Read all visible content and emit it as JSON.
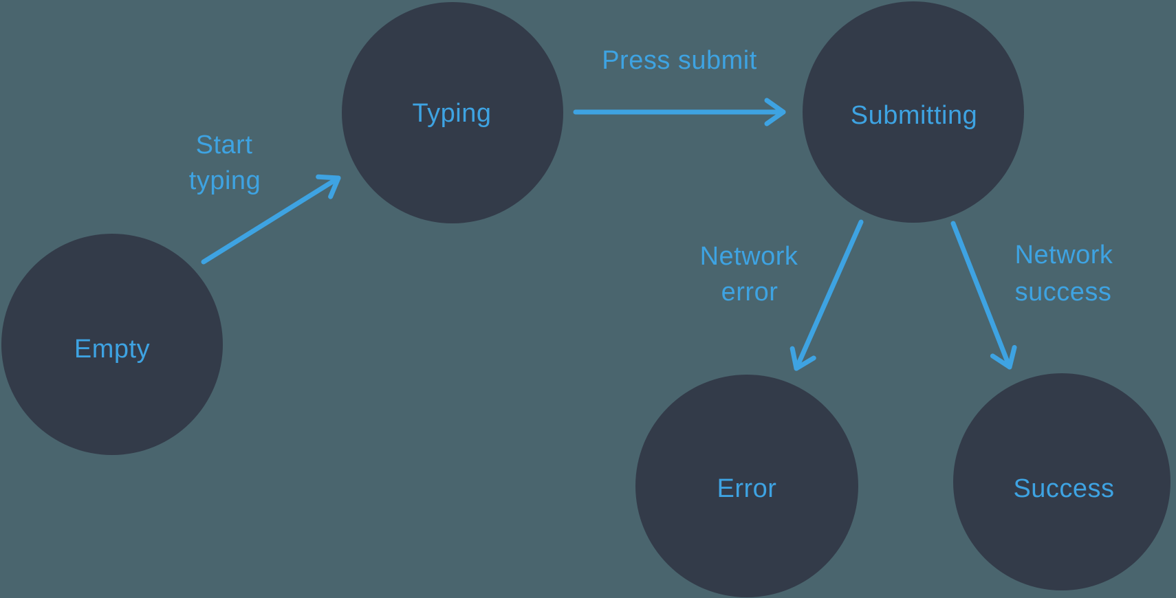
{
  "diagram": {
    "type": "state-machine-flow",
    "colors": {
      "background": "#4A656E",
      "node_fill": "#333B49",
      "accent": "#3EA3E2"
    },
    "states": [
      {
        "id": "empty",
        "label": "Empty"
      },
      {
        "id": "typing",
        "label": "Typing"
      },
      {
        "id": "submitting",
        "label": "Submitting"
      },
      {
        "id": "error",
        "label": "Error"
      },
      {
        "id": "success",
        "label": "Success"
      }
    ],
    "transitions": [
      {
        "from": "Empty",
        "to": "Typing",
        "label": "Start typing",
        "lines": [
          "Start",
          "typing"
        ]
      },
      {
        "from": "Typing",
        "to": "Submitting",
        "label": "Press submit",
        "lines": [
          "Press submit"
        ]
      },
      {
        "from": "Submitting",
        "to": "Error",
        "label": "Network error",
        "lines": [
          "Network",
          "error"
        ]
      },
      {
        "from": "Submitting",
        "to": "Success",
        "label": "Network success",
        "lines": [
          "Network",
          "success"
        ]
      }
    ]
  }
}
